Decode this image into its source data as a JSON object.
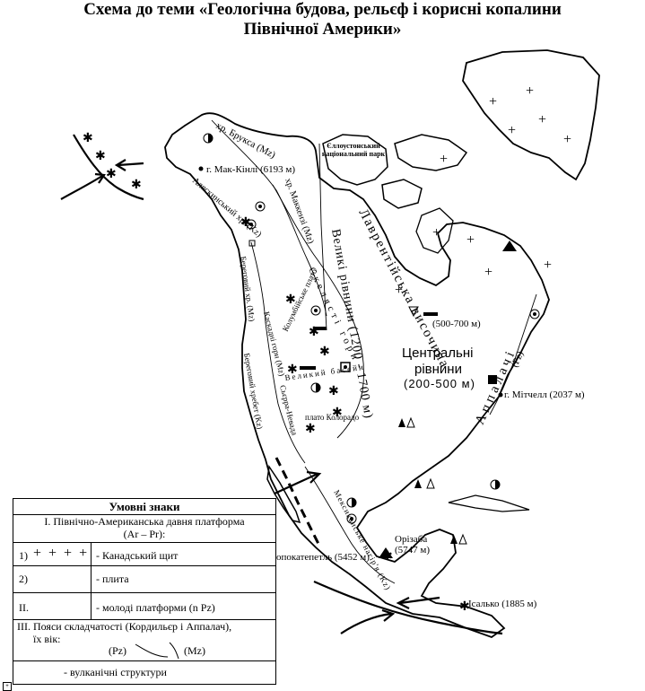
{
  "title": {
    "line1": "Схема до теми «Геологічна будова, рельєф і корисні копалини",
    "line2": "Північної Америки»"
  },
  "map_labels": {
    "brooks": "хр. Брукса (Mz)",
    "mckinley": "г. Мак-Кінлі (6193 м)",
    "alaska_range": "Аляскинський хр. (Kz)",
    "mackenzie": "хр. Маккензі (Mz)",
    "yellowstone": "Єллоустонський національний парк",
    "laurentian": "Лаврентійська височина",
    "laurentian_height": "(500-700 м)",
    "great_plains": "Великі рівнини (1200 - 1700 м)",
    "rocky": "Скелясті гори",
    "columbia": "Колумбійське плато",
    "great_basin": "Великий басейн",
    "colorado": "плато Колорадо",
    "coast_range": "Береговий хр. (Mz)",
    "cascade": "Каскадні гори (Mz)",
    "sierra": "Сьєрра-Невада",
    "coast_range2": "Береговий хребет (Kz)",
    "central_plains_1": "Центральні",
    "central_plains_2": "рівнини",
    "central_plains_3": "(200-500 м)",
    "appalachians": "Аппалачі",
    "appalachians_age": "(Pz)",
    "mitchell": "г. Мітчелл (2037 м)",
    "mexican_highland": "Мексиканське нагір'я (Kz)",
    "orizaba_1": "Орізаба",
    "orizaba_2": "(5747 м)",
    "popocatepetl": "Попокатепетль (5452 м)",
    "izalco": "Ісалько (1885 м)"
  },
  "legend": {
    "header": "Умовні знаки",
    "platform_title": "I. Північно-Американська давня платформа",
    "platform_age": "(Ar – Pr):",
    "item1_num": "1)",
    "item1_symbol": "+ + + +",
    "item1_text": "- Канадський щит",
    "item2_num": "2)",
    "item2_text": "- плита",
    "item3_num": "II.",
    "item3_text": "- молоді платформи (n Pz)",
    "fold_title": "III. Пояси складчатості (Кордильєр і Аппалач),",
    "fold_sub": "їх вік:",
    "pz": "(Pz)",
    "mz": "(Mz)",
    "volcanic": "- вулканічні структури"
  },
  "icons": [
    "uranium-icon",
    "coal-icon",
    "oil-icon",
    "iron-ore-icon",
    "volcano-icon",
    "bauxite-icon",
    "copper-icon",
    "gold-icon",
    "plate-arrow-icon"
  ]
}
